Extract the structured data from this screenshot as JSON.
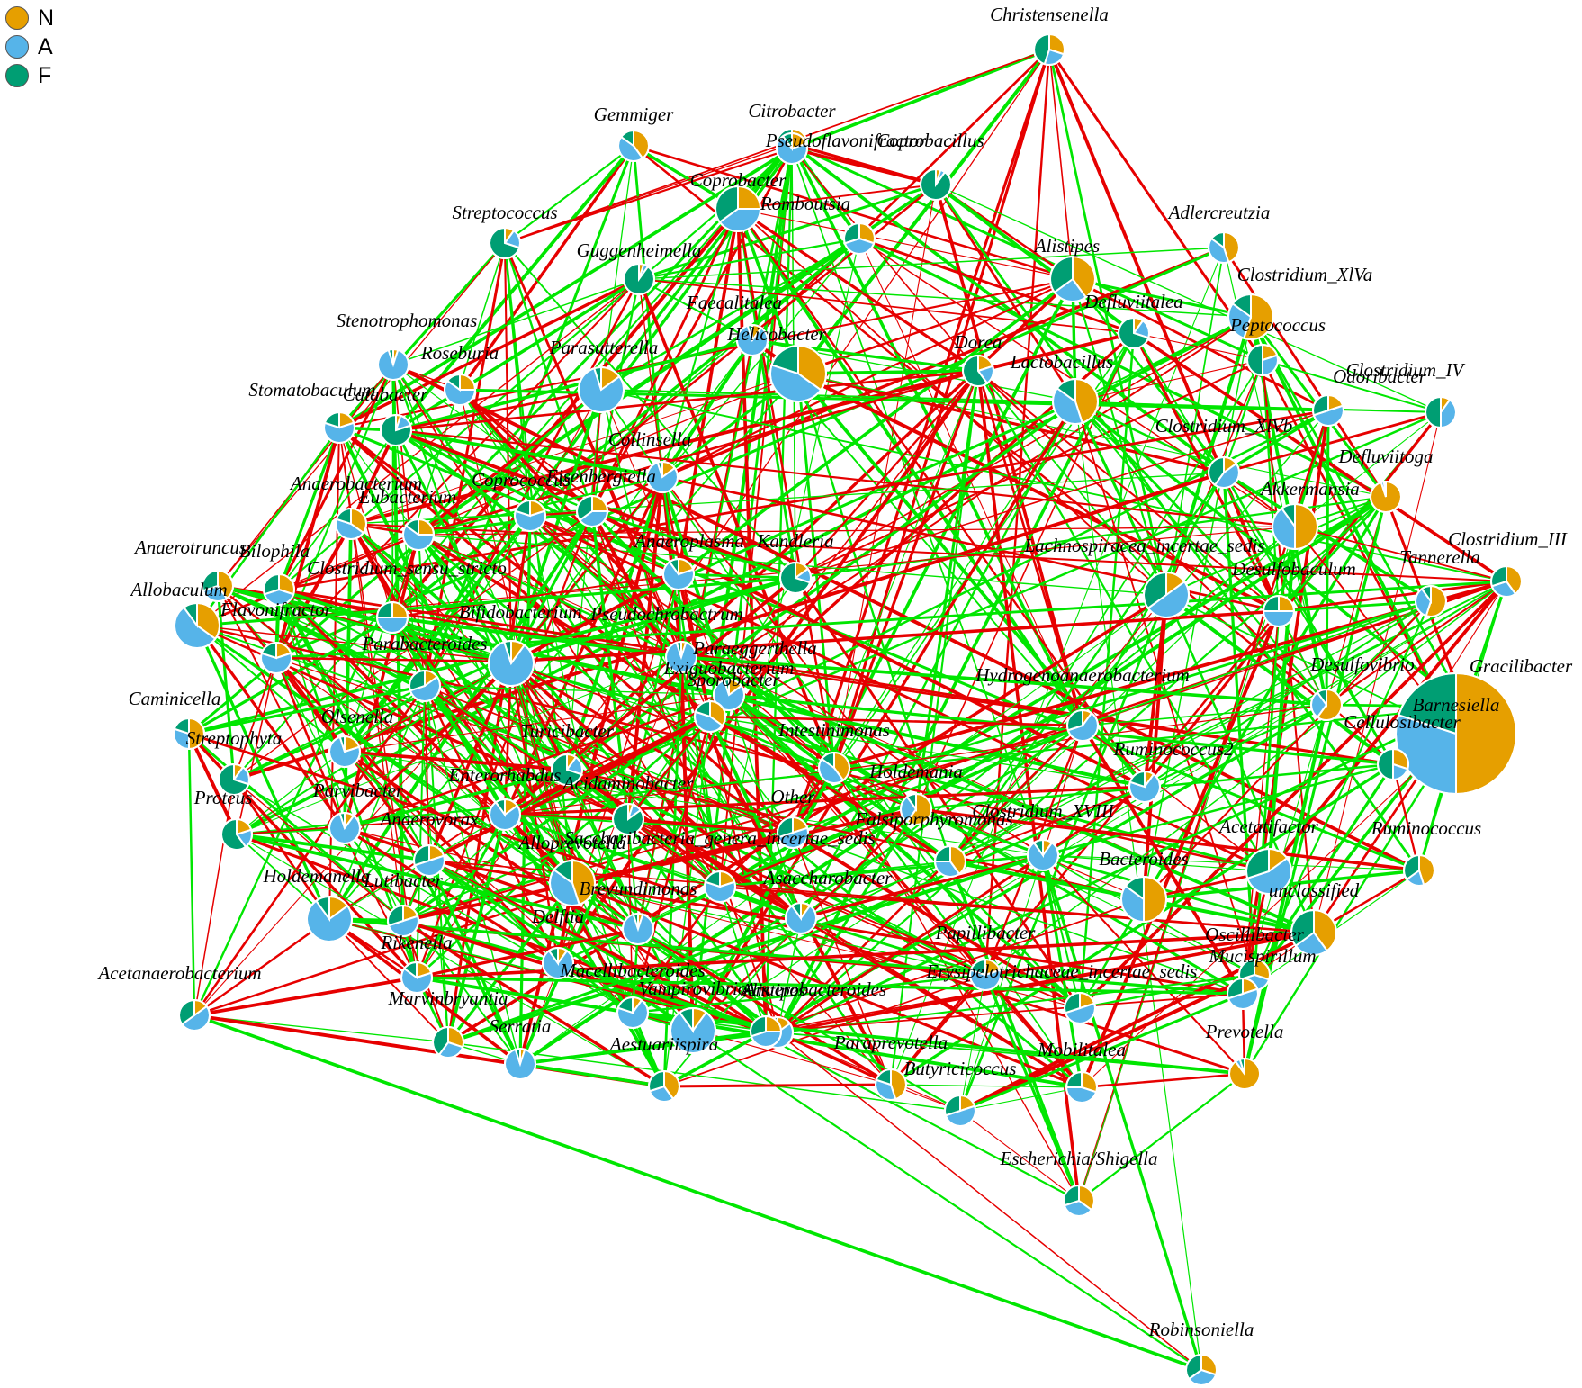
{
  "legend": [
    {
      "label": "N",
      "color": "#E69F00"
    },
    {
      "label": "A",
      "color": "#56B4E9"
    },
    {
      "label": "F",
      "color": "#009E73"
    }
  ],
  "edge_colors": {
    "positive": "#00E600",
    "negative": "#E60000"
  },
  "nodes": [
    {
      "id": "Christensenella",
      "label": "Christensenella",
      "pie": [
        30,
        25,
        45
      ],
      "size": "s"
    },
    {
      "id": "Gemmiger",
      "label": "Gemmiger",
      "pie": [
        40,
        45,
        15
      ],
      "size": "s"
    },
    {
      "id": "Citrobacter",
      "label": "Citrobacter",
      "pie": [
        35,
        10,
        55
      ],
      "size": "s"
    },
    {
      "id": "Pseudoflavonifractor",
      "label": "Pseudoflavonifractor",
      "pie": [
        20,
        70,
        10
      ],
      "size": "s"
    },
    {
      "id": "Coprobacillus",
      "label": "Coprobacillus",
      "pie": [
        5,
        5,
        90
      ],
      "size": "s"
    },
    {
      "id": "Coprobacter",
      "label": "Coprobacter",
      "pie": [
        25,
        40,
        35
      ],
      "size": "m"
    },
    {
      "id": "Romboutsia",
      "label": "Romboutsia",
      "pie": [
        30,
        40,
        30
      ],
      "size": "s"
    },
    {
      "id": "Streptococcus",
      "label": "Streptococcus",
      "pie": [
        10,
        20,
        70
      ],
      "size": "s"
    },
    {
      "id": "Guggenheimella",
      "label": "Guggenheimella",
      "pie": [
        5,
        5,
        90
      ],
      "size": "s"
    },
    {
      "id": "Adlercreutzia",
      "label": "Adlercreutzia",
      "pie": [
        45,
        40,
        15
      ],
      "size": "s"
    },
    {
      "id": "Alistipes",
      "label": "Alistipes",
      "pie": [
        40,
        25,
        35
      ],
      "size": "m"
    },
    {
      "id": "Clostridium_XlVa",
      "label": "Clostridium_XlVa",
      "pie": [
        55,
        30,
        15
      ],
      "size": "m"
    },
    {
      "id": "Faecalitalea",
      "label": "Faecalitalea",
      "pie": [
        10,
        85,
        5
      ],
      "size": "s"
    },
    {
      "id": "Helicobacter",
      "label": "Helicobacter",
      "pie": [
        35,
        45,
        20
      ],
      "size": "l"
    },
    {
      "id": "Defluviitalea",
      "label": "Defluviitalea",
      "pie": [
        10,
        20,
        70
      ],
      "size": "s"
    },
    {
      "id": "Peptococcus",
      "label": "Peptococcus",
      "pie": [
        20,
        30,
        50
      ],
      "size": "s"
    },
    {
      "id": "Stenotrophomonas",
      "label": "Stenotrophomonas",
      "pie": [
        5,
        90,
        5
      ],
      "size": "s"
    },
    {
      "id": "Roseburia",
      "label": "Roseburia",
      "pie": [
        25,
        60,
        15
      ],
      "size": "s"
    },
    {
      "id": "Parasutterella",
      "label": "Parasutterella",
      "pie": [
        15,
        80,
        5
      ],
      "size": "m"
    },
    {
      "id": "Dorea",
      "label": "Dorea",
      "pie": [
        20,
        20,
        60
      ],
      "size": "s"
    },
    {
      "id": "Lactobacillus",
      "label": "Lactobacillus",
      "pie": [
        45,
        40,
        15
      ],
      "size": "m"
    },
    {
      "id": "Clostridium_IV",
      "label": "Clostridium_IV",
      "pie": [
        10,
        40,
        50
      ],
      "size": "s"
    },
    {
      "id": "Odoribacter",
      "label": "Odoribacter",
      "pie": [
        20,
        50,
        30
      ],
      "size": "s"
    },
    {
      "id": "Stomatobaculum",
      "label": "Stomatobaculum",
      "pie": [
        20,
        60,
        20
      ],
      "size": "s"
    },
    {
      "id": "Catabacter",
      "label": "Catabacter",
      "pie": [
        5,
        15,
        80
      ],
      "size": "s"
    },
    {
      "id": "Clostridium_XlVb",
      "label": "Clostridium_XlVb",
      "pie": [
        15,
        45,
        40
      ],
      "size": "s"
    },
    {
      "id": "Collinsella",
      "label": "Collinsella",
      "pie": [
        15,
        80,
        5
      ],
      "size": "s"
    },
    {
      "id": "Defluviitoga",
      "label": "Defluviitoga",
      "pie": [
        95,
        3,
        2
      ],
      "size": "s"
    },
    {
      "id": "Akkermansia",
      "label": "Akkermansia",
      "pie": [
        50,
        40,
        10
      ],
      "size": "m"
    },
    {
      "id": "Anaerobacterium",
      "label": "Anaerobacterium",
      "pie": [
        35,
        45,
        20
      ],
      "size": "s"
    },
    {
      "id": "Eubacterium",
      "label": "Eubacterium",
      "pie": [
        25,
        60,
        15
      ],
      "size": "s"
    },
    {
      "id": "Coprococcus",
      "label": "Coprococcus",
      "pie": [
        20,
        60,
        20
      ],
      "size": "s"
    },
    {
      "id": "Eisenbergiella",
      "label": "Eisenbergiella",
      "pie": [
        25,
        40,
        35
      ],
      "size": "s"
    },
    {
      "id": "Anaerotruncus",
      "label": "Anaerotruncus",
      "pie": [
        40,
        30,
        30
      ],
      "size": "s"
    },
    {
      "id": "Bilophila",
      "label": "Bilophila",
      "pie": [
        30,
        40,
        30
      ],
      "size": "s"
    },
    {
      "id": "Anaeroplasma",
      "label": "Anaeroplasma",
      "pie": [
        20,
        70,
        10
      ],
      "size": "s"
    },
    {
      "id": "Kandleria",
      "label": "Kandleria",
      "pie": [
        15,
        15,
        70
      ],
      "size": "s"
    },
    {
      "id": "Lachnospiracea_incertae_sedis",
      "label": "Lachnospiracea_incertae_sedis",
      "pie": [
        15,
        50,
        35
      ],
      "size": "m"
    },
    {
      "id": "Clostridium_III",
      "label": "Clostridium_III",
      "pie": [
        40,
        30,
        30
      ],
      "size": "s"
    },
    {
      "id": "Allobaculum",
      "label": "Allobaculum",
      "pie": [
        35,
        55,
        10
      ],
      "size": "m"
    },
    {
      "id": "Clostridium_sensu_stricto",
      "label": "Clostridium_sensu_stricto",
      "pie": [
        25,
        50,
        25
      ],
      "size": "s"
    },
    {
      "id": "Desulfobaculum",
      "label": "Desulfobaculum",
      "pie": [
        25,
        50,
        25
      ],
      "size": "s"
    },
    {
      "id": "Tannerella",
      "label": "Tannerella",
      "pie": [
        55,
        35,
        10
      ],
      "size": "s"
    },
    {
      "id": "Flavonifractor",
      "label": "Flavonifractor",
      "pie": [
        20,
        60,
        20
      ],
      "size": "s"
    },
    {
      "id": "Bifidobacterium",
      "label": "Bifidobacterium",
      "pie": [
        5,
        10,
        85
      ],
      "size": "s"
    },
    {
      "id": "Pseudochrobactrum",
      "label": "Pseudochrobactrum",
      "pie": [
        10,
        85,
        5
      ],
      "size": "m"
    },
    {
      "id": "Parabacteroides",
      "label": "Parabacteroides",
      "pie": [
        15,
        55,
        30
      ],
      "size": "s"
    },
    {
      "id": "Paraeggerthella",
      "label": "Paraeggerthella",
      "pie": [
        5,
        90,
        5
      ],
      "size": "s"
    },
    {
      "id": "Exiguobacterium",
      "label": "Exiguobacterium",
      "pie": [
        15,
        80,
        5
      ],
      "size": "s"
    },
    {
      "id": "Desulfovibrio",
      "label": "Desulfovibrio",
      "pie": [
        60,
        30,
        10
      ],
      "size": "s"
    },
    {
      "id": "Gracilibacter",
      "label": "Gracilibacter",
      "pie": [
        5,
        90,
        5
      ],
      "size": "s"
    },
    {
      "id": "Caminicella",
      "label": "Caminicella",
      "pie": [
        50,
        30,
        20
      ],
      "size": "s"
    },
    {
      "id": "Hydrogenoanaerobacterium",
      "label": "Hydrogenoanaerobacterium",
      "pie": [
        10,
        60,
        30
      ],
      "size": "s"
    },
    {
      "id": "Sporobacter",
      "label": "Sporobacter",
      "pie": [
        35,
        45,
        20
      ],
      "size": "s"
    },
    {
      "id": "Barnesiella",
      "label": "Barnesiella",
      "pie": [
        50,
        30,
        20
      ],
      "size": "xl"
    },
    {
      "id": "Streptophyta",
      "label": "Streptophyta",
      "pie": [
        10,
        20,
        70
      ],
      "size": "s"
    },
    {
      "id": "Olsenella",
      "label": "Olsenella",
      "pie": [
        20,
        75,
        5
      ],
      "size": "s"
    },
    {
      "id": "Turicibacter",
      "label": "Turicibacter",
      "pie": [
        10,
        20,
        70
      ],
      "size": "s"
    },
    {
      "id": "Intestinimonas",
      "label": "Intestinimonas",
      "pie": [
        40,
        45,
        15
      ],
      "size": "s"
    },
    {
      "id": "Cellulosibacter",
      "label": "Cellulosibacter",
      "pie": [
        30,
        20,
        50
      ],
      "size": "s"
    },
    {
      "id": "Ruminococcus2",
      "label": "Ruminococcus2",
      "pie": [
        10,
        70,
        20
      ],
      "size": "s"
    },
    {
      "id": "Holdemania",
      "label": "Holdemania",
      "pie": [
        60,
        30,
        10
      ],
      "size": "s"
    },
    {
      "id": "Proteus",
      "label": "Proteus",
      "pie": [
        20,
        20,
        60
      ],
      "size": "s"
    },
    {
      "id": "Parvibacter",
      "label": "Parvibacter",
      "pie": [
        10,
        85,
        5
      ],
      "size": "s"
    },
    {
      "id": "Enterorhabdus",
      "label": "Enterorhabdus",
      "pie": [
        15,
        75,
        10
      ],
      "size": "s"
    },
    {
      "id": "Acidaminobacter",
      "label": "Acidaminobacter",
      "pie": [
        5,
        10,
        85
      ],
      "size": "s"
    },
    {
      "id": "Other",
      "label": "Other",
      "pie": [
        20,
        50,
        30
      ],
      "size": "s"
    },
    {
      "id": "Falsiporphyromonas",
      "label": "Falsiporphyromonas",
      "pie": [
        40,
        35,
        25
      ],
      "size": "s"
    },
    {
      "id": "Clostridium_XVIII",
      "label": "Clostridium_XVIII",
      "pie": [
        10,
        80,
        10
      ],
      "size": "s"
    },
    {
      "id": "Anaerovorax",
      "label": "Anaerovorax",
      "pie": [
        20,
        50,
        30
      ],
      "size": "s"
    },
    {
      "id": "Alloprevotella",
      "label": "Alloprevotella",
      "pie": [
        45,
        40,
        15
      ],
      "size": "m"
    },
    {
      "id": "Saccharibacteria_genera_incertae_sedis",
      "label": "Saccharibacteria_genera_incertae_sedis",
      "pie": [
        20,
        60,
        20
      ],
      "size": "s"
    },
    {
      "id": "Acetatifactor",
      "label": "Acetatifactor",
      "pie": [
        15,
        55,
        30
      ],
      "size": "m"
    },
    {
      "id": "Ruminococcus",
      "label": "Ruminococcus",
      "pie": [
        45,
        20,
        35
      ],
      "size": "s"
    },
    {
      "id": "Bacteroides",
      "label": "Bacteroides",
      "pie": [
        50,
        35,
        15
      ],
      "size": "m"
    },
    {
      "id": "Holdemanella",
      "label": "Holdemanella",
      "pie": [
        15,
        75,
        10
      ],
      "size": "m"
    },
    {
      "id": "Lutibacter",
      "label": "Lutibacter",
      "pie": [
        20,
        50,
        30
      ],
      "size": "s"
    },
    {
      "id": "Brevundimonas",
      "label": "Brevundimonas",
      "pie": [
        5,
        90,
        5
      ],
      "size": "s"
    },
    {
      "id": "Asaccharobacter",
      "label": "Asaccharobacter",
      "pie": [
        10,
        80,
        10
      ],
      "size": "s"
    },
    {
      "id": "unclassified",
      "label": "unclassified",
      "pie": [
        40,
        25,
        35
      ],
      "size": "m"
    },
    {
      "id": "Oscillibacter",
      "label": "Oscillibacter",
      "pie": [
        30,
        40,
        30
      ],
      "size": "s"
    },
    {
      "id": "Papillibacter",
      "label": "Papillibacter",
      "pie": [
        20,
        60,
        20
      ],
      "size": "s"
    },
    {
      "id": "Mucispirillum",
      "label": "Mucispirillum",
      "pie": [
        20,
        50,
        30
      ],
      "size": "s"
    },
    {
      "id": "Delftia",
      "label": "Delftia",
      "pie": [
        10,
        80,
        10
      ],
      "size": "s"
    },
    {
      "id": "Rikenella",
      "label": "Rikenella",
      "pie": [
        20,
        65,
        15
      ],
      "size": "s"
    },
    {
      "id": "Erysipelotrichaceae_incertae_sedis",
      "label": "Erysipelotrichaceae_incertae_sedis",
      "pie": [
        20,
        50,
        30
      ],
      "size": "s"
    },
    {
      "id": "Acetanaerobacterium",
      "label": "Acetanaerobacterium",
      "pie": [
        15,
        50,
        35
      ],
      "size": "s"
    },
    {
      "id": "Macellibacteroides",
      "label": "Macellibacteroides",
      "pie": [
        10,
        70,
        20
      ],
      "size": "s"
    },
    {
      "id": "Marvinbryantia",
      "label": "Marvinbryantia",
      "pie": [
        30,
        30,
        40
      ],
      "size": "s"
    },
    {
      "id": "Vampirovibrio",
      "label": "Vampirovibrio",
      "pie": [
        10,
        80,
        10
      ],
      "size": "m"
    },
    {
      "id": "Alistipes2",
      "label": "Alistipes",
      "pie": [
        15,
        45,
        40
      ],
      "size": "s"
    },
    {
      "id": "Anaerobacteroides",
      "label": "Anaerobacteroides",
      "pie": [
        25,
        45,
        30
      ],
      "size": "s"
    },
    {
      "id": "Serratia",
      "label": "Serratia",
      "pie": [
        5,
        90,
        5
      ],
      "size": "s"
    },
    {
      "id": "Aestuariispira",
      "label": "Aestuariispira",
      "pie": [
        40,
        30,
        30
      ],
      "size": "s"
    },
    {
      "id": "Paraprevotella",
      "label": "Paraprevotella",
      "pie": [
        45,
        35,
        20
      ],
      "size": "s"
    },
    {
      "id": "Mobilitalea",
      "label": "Mobilitalea",
      "pie": [
        30,
        45,
        25
      ],
      "size": "s"
    },
    {
      "id": "Prevotella",
      "label": "Prevotella",
      "pie": [
        90,
        5,
        5
      ],
      "size": "s"
    },
    {
      "id": "Butyricicoccus",
      "label": "Butyricicoccus",
      "pie": [
        20,
        50,
        30
      ],
      "size": "s"
    },
    {
      "id": "Escherichia_Shigella",
      "label": "Escherichia/Shigella",
      "pie": [
        35,
        35,
        30
      ],
      "size": "s"
    },
    {
      "id": "Robinsoniella",
      "label": "Robinsoniella",
      "pie": [
        30,
        35,
        35
      ],
      "size": "s"
    }
  ]
}
